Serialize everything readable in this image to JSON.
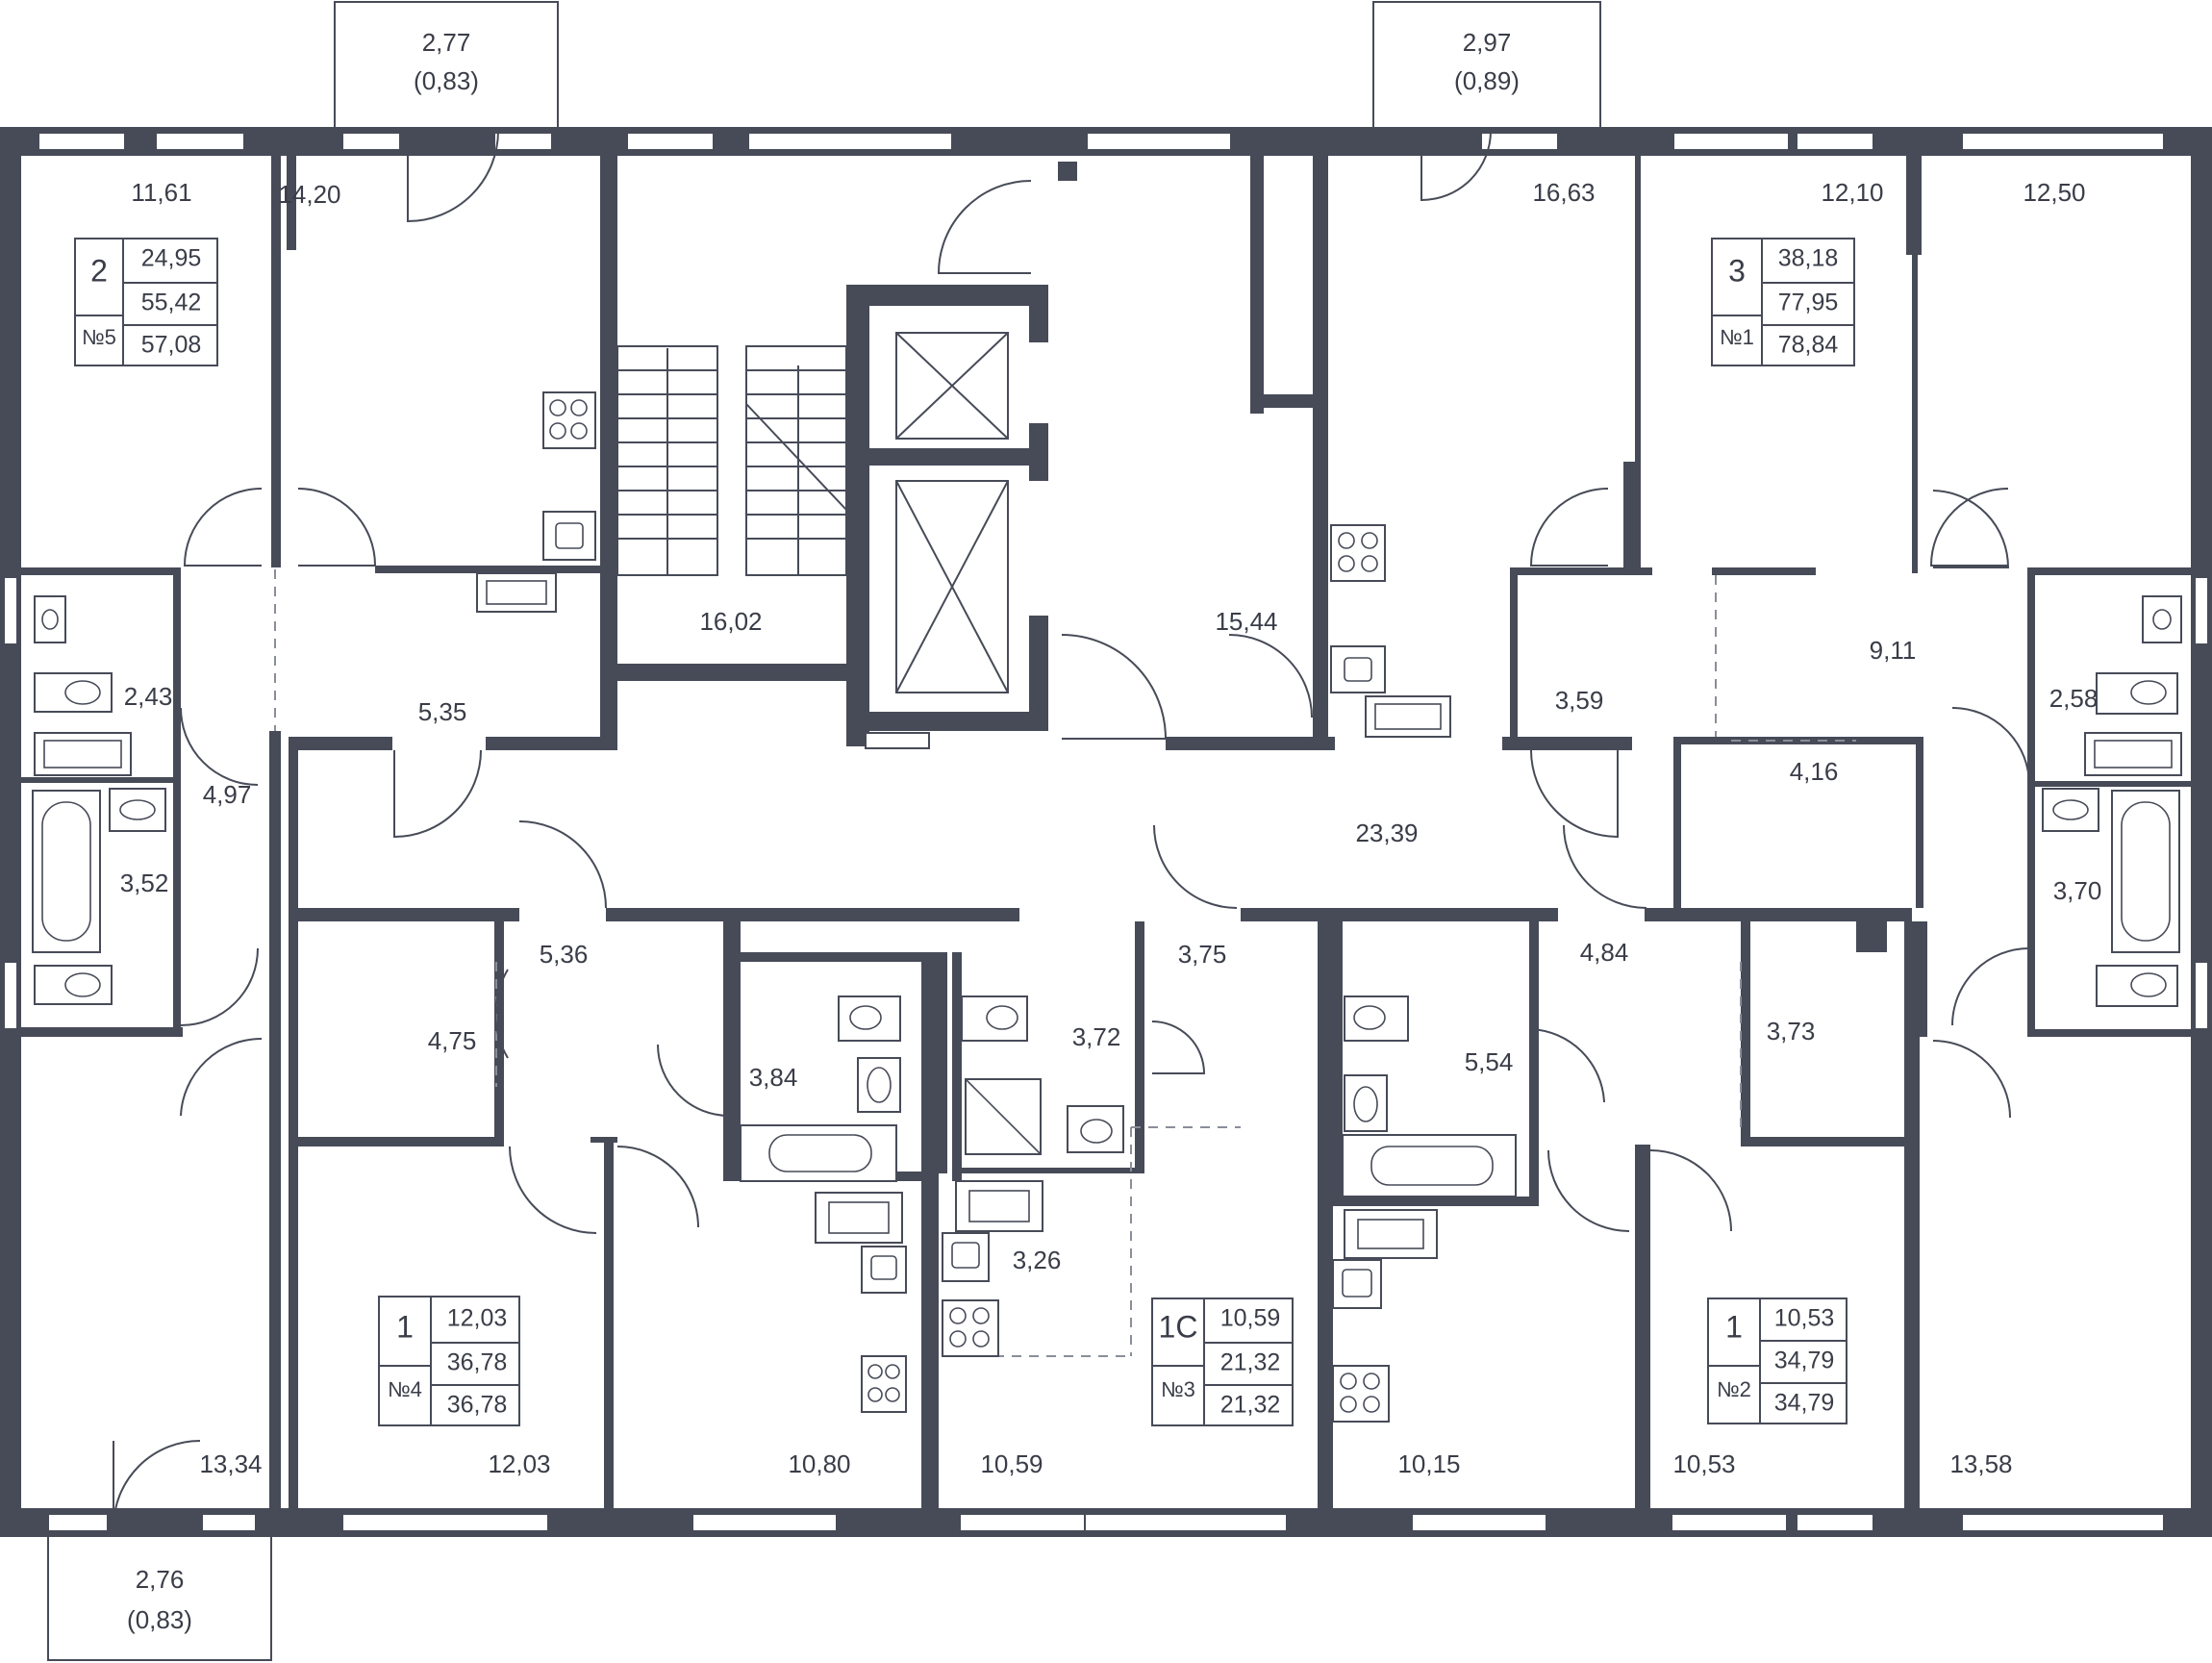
{
  "colors": {
    "wall": "#474b58",
    "text": "#3a3d48",
    "background": "#ffffff"
  },
  "balconies": [
    {
      "area": "2,77",
      "reduced": "(0,83)"
    },
    {
      "area": "2,97",
      "reduced": "(0,89)"
    },
    {
      "area": "2,76",
      "reduced": "(0,83)"
    }
  ],
  "apartments": [
    {
      "rooms": "2",
      "number": "№5",
      "living": "24,95",
      "total": "55,42",
      "total_with_balcony": "57,08"
    },
    {
      "rooms": "3",
      "number": "№1",
      "living": "38,18",
      "total": "77,95",
      "total_with_balcony": "78,84"
    },
    {
      "rooms": "1",
      "number": "№4",
      "living": "12,03",
      "total": "36,78",
      "total_with_balcony": "36,78"
    },
    {
      "rooms": "1С",
      "number": "№3",
      "living": "10,59",
      "total": "21,32",
      "total_with_balcony": "21,32"
    },
    {
      "rooms": "1",
      "number": "№2",
      "living": "10,53",
      "total": "34,79",
      "total_with_balcony": "34,79"
    }
  ],
  "room_areas": [
    "11,61",
    "14,20",
    "16,63",
    "12,10",
    "12,50",
    "2,43",
    "4,97",
    "3,52",
    "5,35",
    "16,02",
    "15,44",
    "3,59",
    "9,11",
    "2,58",
    "4,16",
    "3,70",
    "23,39",
    "5,36",
    "4,75",
    "3,84",
    "3,72",
    "3,75",
    "5,54",
    "4,84",
    "3,73",
    "3,26",
    "13,34",
    "12,03",
    "10,80",
    "10,59",
    "10,15",
    "10,53",
    "13,58"
  ]
}
